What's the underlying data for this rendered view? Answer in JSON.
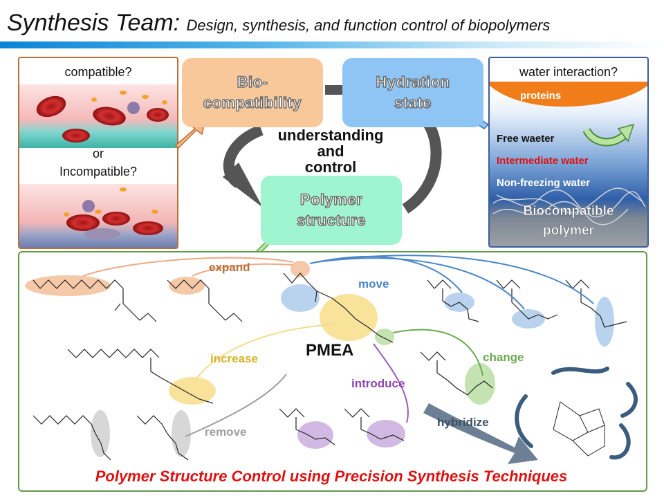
{
  "header": {
    "title": "Synthesis Team:",
    "subtitle": "Design, synthesis, and function control of biopolymers"
  },
  "left_panel": {
    "compatible": "compatible?",
    "or": "or",
    "incompatible": "Incompatible?"
  },
  "boxes": {
    "bio_line1": "Bio-",
    "bio_line2": "compatibility",
    "hyd_line1": "Hydration",
    "hyd_line2": "state",
    "poly_line1": "Polymer",
    "poly_line2": "structure"
  },
  "center": {
    "line1": "understanding",
    "line2": "and",
    "line3": "control"
  },
  "right_panel": {
    "question": "water interaction?",
    "proteins": "proteins",
    "free_water": "Free waeter",
    "intermediate_water": "Intermediate water",
    "non_freezing_water": "Non-freezing water",
    "polymer_line1": "Biocompatible",
    "polymer_line2": "polymer"
  },
  "operations": {
    "expand": "expand",
    "move": "move",
    "increase": "increase",
    "change": "change",
    "introduce": "introduce",
    "remove": "remove",
    "hybridize": "hybridize"
  },
  "pmea": "PMEA",
  "footer": "Polymer Structure Control using Precision Synthesis Techniques",
  "colors": {
    "expand": "#e8885a",
    "move": "#4a86c8",
    "increase": "#e8c23a",
    "change": "#6aa84f",
    "introduce": "#9b59b6",
    "remove": "#9e9e9e",
    "hybridize": "#4a6a8a",
    "footer": "#e01010"
  }
}
